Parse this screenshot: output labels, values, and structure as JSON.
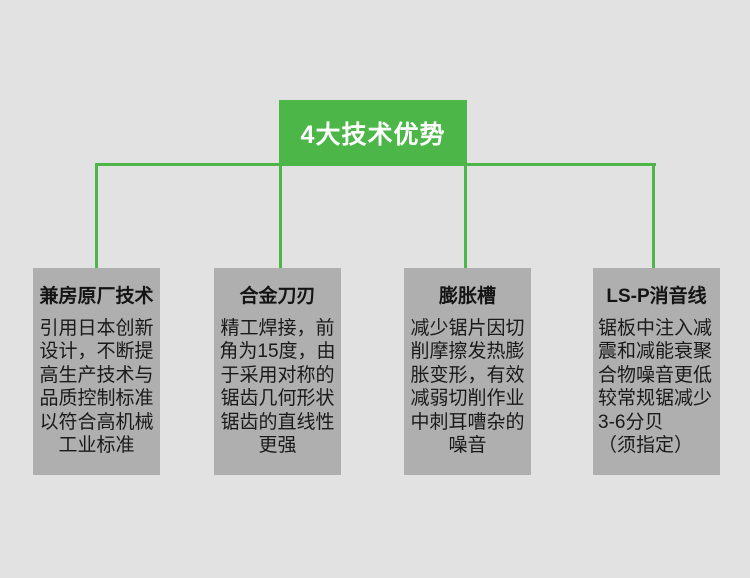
{
  "page": {
    "background_color": "#e2e2e2"
  },
  "header": {
    "title": "4大技术优势",
    "background_color": "#4cb649",
    "text_color": "#ffffff"
  },
  "connector": {
    "line_color": "#4cb649"
  },
  "advantages": [
    {
      "title": "兼房原厂技术",
      "lines": [
        "引用日本创新",
        "设计，不断提",
        "高生产技术与",
        "品质控制标准",
        "以符合高机械",
        "工业标准"
      ],
      "background_color": "#afafaf"
    },
    {
      "title": "合金刀刃",
      "lines": [
        "精工焊接，前",
        "角为15度，由",
        "于采用对称的",
        "锯齿几何形状",
        "锯齿的直线性",
        "更强"
      ],
      "background_color": "#afafaf"
    },
    {
      "title": "膨胀槽",
      "lines": [
        "减少锯片因切",
        "削摩擦发热膨",
        "胀变形，有效",
        "减弱切削作业",
        "中刺耳嘈杂的",
        "噪音"
      ],
      "background_color": "#afafaf"
    },
    {
      "title": "LS-P消音线",
      "lines": [
        "锯板中注入减",
        "震和减能衰聚",
        "合物噪音更低",
        "较常规锯减少",
        "3-6分贝",
        "（须指定）"
      ],
      "background_color": "#afafaf"
    }
  ]
}
